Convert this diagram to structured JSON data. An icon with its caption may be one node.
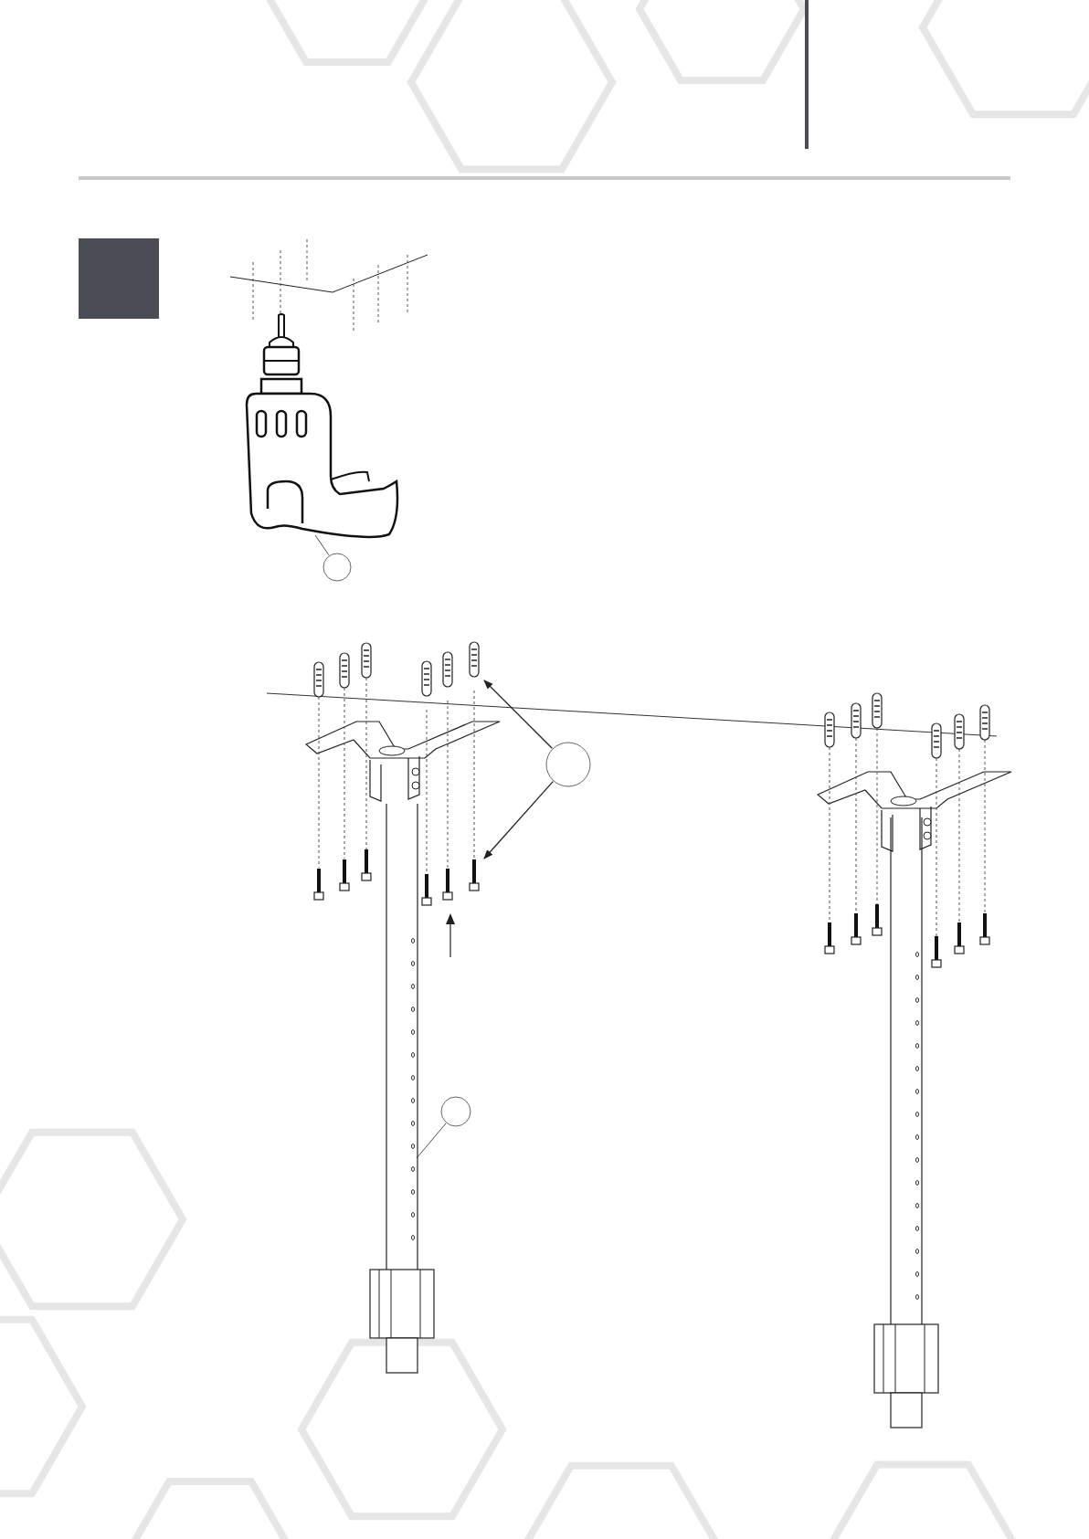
{
  "diagram": {
    "nodes": [
      {
        "text": [],
        "shape": "circle"
      },
      {
        "text": [],
        "shape": "picture"
      },
      {
        "text": [],
        "shape": "circle"
      },
      {
        "text": [],
        "shape": "picture"
      },
      {
        "text": [],
        "shape": "picture"
      },
      {
        "text": [],
        "shape": "circle"
      },
      {
        "text": [],
        "shape": "picture"
      },
      {
        "text": [],
        "shape": "box"
      }
    ],
    "edges": [
      {
        "from": 0,
        "to": 1,
        "arrow": "none"
      },
      {
        "from": 2,
        "to": 3,
        "arrow": "to"
      },
      {
        "from": 2,
        "to": 4,
        "arrow": "to"
      },
      {
        "from": 5,
        "to": 6,
        "arrow": "none"
      }
    ]
  }
}
